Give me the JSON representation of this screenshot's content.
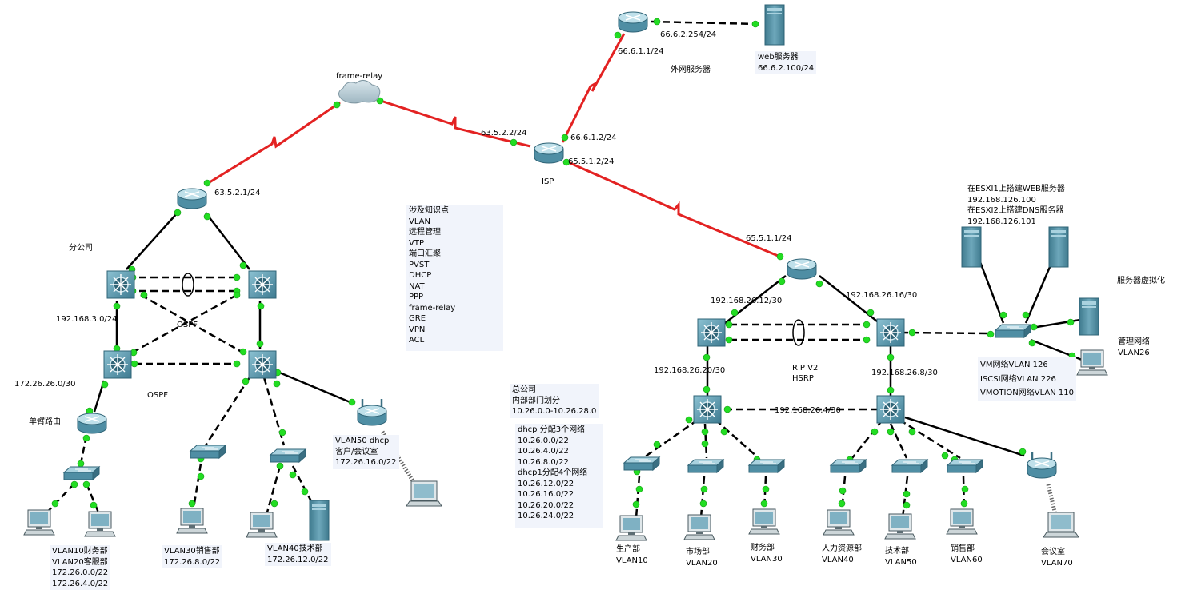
{
  "diagram": {
    "labels": {
      "frame_relay": "frame-relay",
      "isp": "ISP",
      "isp_link_fr": "63.5.2.2/24",
      "isp_link_ext": "66.6.1.2/24",
      "isp_link_hq": "65.5.1.2/24",
      "ext_router_in": "66.6.1.1/24",
      "ext_router_out": "66.6.2.254/24",
      "web_server": "web服务器",
      "web_server_ip": "66.6.2.100/24",
      "external_servers": "外网服务器",
      "branch_router_ip": "63.5.2.1/24",
      "branch": "分公司",
      "branch_net_3": "192.168.3.0/24",
      "branch_ospf_1": "OSPF",
      "branch_net_26": "172.26.26.0/30",
      "branch_ospf_2": "OSPF",
      "router_on_stick": "单臂路由",
      "hq_router_ip": "65.5.1.1/24",
      "hq_net_12": "192.168.26.12/30",
      "hq_net_16": "192.168.26.16/30",
      "hq_net_20": "192.168.26.20/30",
      "hq_net_8": "192.168.26.8/30",
      "hq_net_4": "192.168.26.4/30",
      "rip": "RIP V2",
      "hsrp": "HSRP",
      "server_virt": "服务器虚拟化",
      "mgmt_net": "管理网络",
      "mgmt_vlan": "VLAN26"
    },
    "esxi_note": [
      "在ESXI1上搭建WEB服务器",
      "192.168.126.100",
      "在ESXI2上搭建DNS服务器",
      "192.168.126.101"
    ],
    "vm_note": [
      "VM网络VLAN 126",
      "ISCSI网络VLAN 226",
      "VMOTION网络VLAN 110"
    ],
    "knowledge_note": [
      "涉及知识点",
      "VLAN",
      "远程管理",
      "VTP",
      "端口汇聚",
      "PVST",
      "DHCP",
      "NAT",
      "PPP",
      "frame-relay",
      "GRE",
      "VPN",
      "ACL"
    ],
    "hq_note_1": [
      "总公司",
      "内部部门划分",
      "10.26.0.0-10.26.28.0"
    ],
    "hq_note_2": [
      "dhcp 分配3个网络",
      "10.26.0.0/22",
      "10.26.4.0/22",
      "10.26.8.0/22",
      "dhcp1分配4个网络",
      "10.26.12.0/22",
      "10.26.16.0/22",
      "10.26.20.0/22",
      "10.26.24.0/22"
    ],
    "branch_groups": {
      "vlan10_20": [
        "VLAN10财务部",
        "VLAN20客服部",
        "172.26.0.0/22",
        "172.26.4.0/22"
      ],
      "vlan30": [
        "VLAN30销售部",
        "172.26.8.0/22"
      ],
      "vlan40": [
        "VLAN40技术部",
        "172.26.12.0/22"
      ],
      "vlan50": [
        "VLAN50 dhcp",
        "客户/会议室",
        "172.26.16.0/22"
      ]
    },
    "departments": [
      {
        "name": "生产部",
        "vlan": "VLAN10"
      },
      {
        "name": "市场部",
        "vlan": "VLAN20"
      },
      {
        "name": "财务部",
        "vlan": "VLAN30"
      },
      {
        "name": "人力资源部",
        "vlan": "VLAN40"
      },
      {
        "name": "技术部",
        "vlan": "VLAN50"
      },
      {
        "name": "销售部",
        "vlan": "VLAN60"
      },
      {
        "name": "会议室",
        "vlan": "VLAN70"
      }
    ]
  }
}
